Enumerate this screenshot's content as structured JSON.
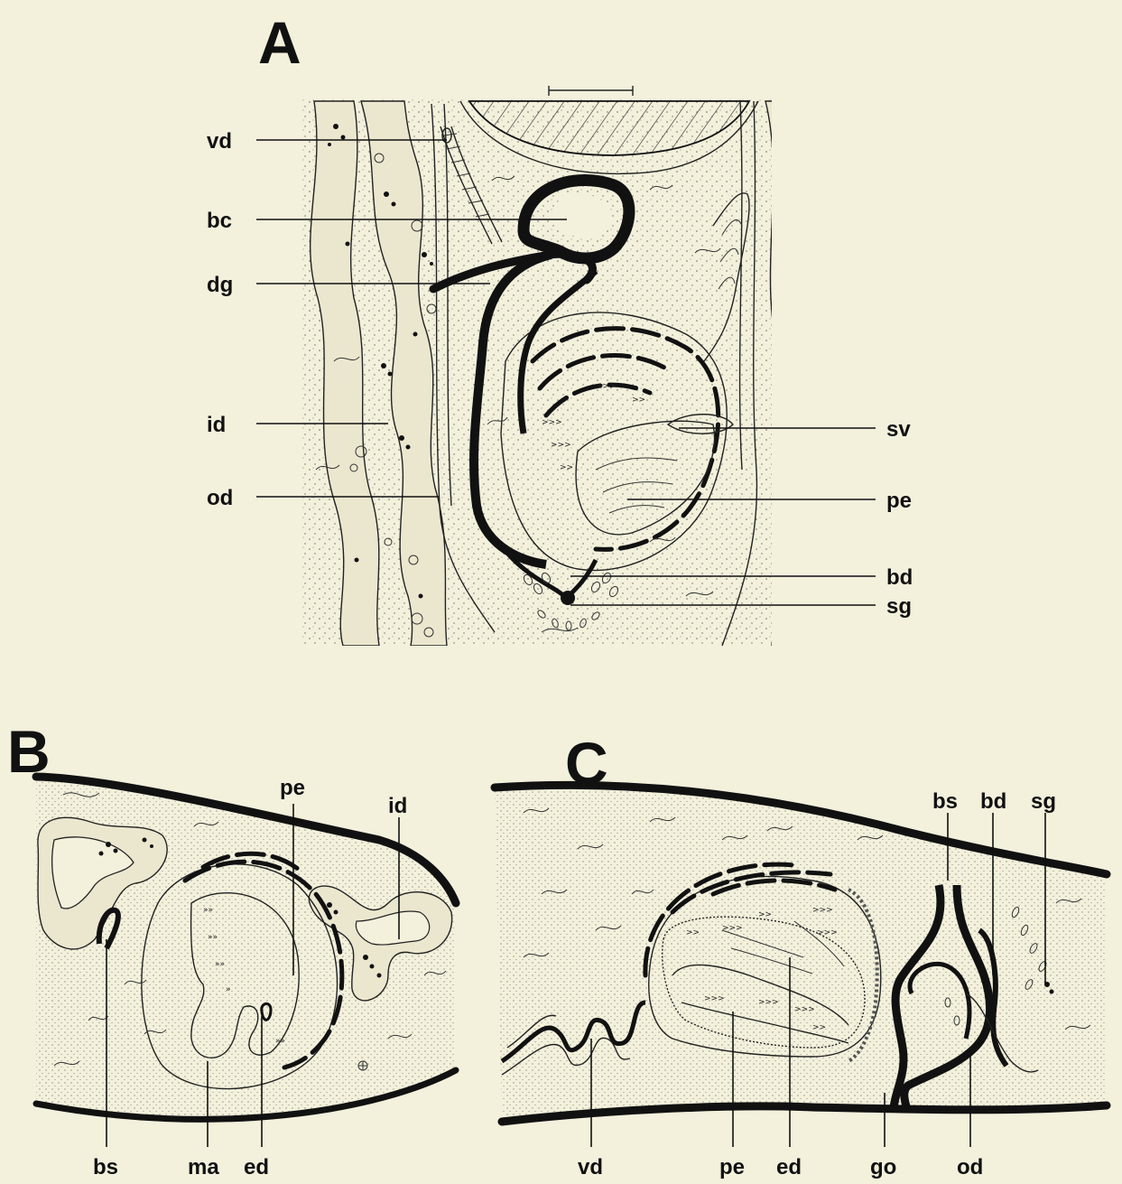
{
  "panels": {
    "a": {
      "letter": "A",
      "labels": {
        "vd": "vd",
        "bc": "bc",
        "dg": "dg",
        "id": "id",
        "od": "od",
        "sv": "sv",
        "pe": "pe",
        "bd": "bd",
        "sg": "sg"
      }
    },
    "b": {
      "letter": "B",
      "labels": {
        "pe": "pe",
        "id": "id",
        "bs": "bs",
        "ma": "ma",
        "ed": "ed"
      }
    },
    "c": {
      "letter": "C",
      "labels": {
        "bs": "bs",
        "bd": "bd",
        "sg": "sg",
        "vd": "vd",
        "pe": "pe",
        "ed": "ed",
        "go": "go",
        "od": "od"
      }
    }
  },
  "colors": {
    "background": "#f3f0dc",
    "ink": "#111111",
    "stipple": "#6b6b5a"
  }
}
